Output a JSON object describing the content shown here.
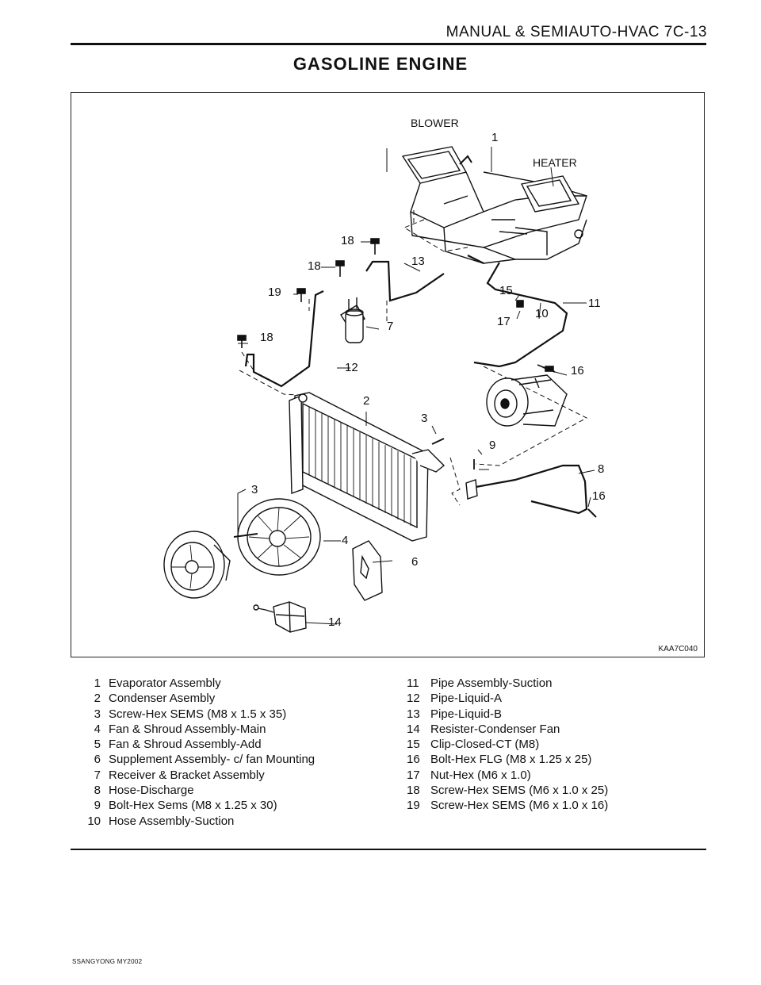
{
  "header": {
    "running_title": "MANUAL & SEMIAUTO-HVAC  7C-13"
  },
  "page_title": "GASOLINE  ENGINE",
  "figure": {
    "code": "KAA7C040",
    "labels": {
      "blower": "BLOWER",
      "heater": "HEATER"
    },
    "callouts": [
      "1",
      "2",
      "3",
      "3",
      "4",
      "6",
      "7",
      "8",
      "9",
      "10",
      "11",
      "12",
      "13",
      "14",
      "15",
      "16",
      "16",
      "17",
      "18",
      "18",
      "18",
      "19"
    ]
  },
  "legend_left": [
    {
      "n": "1",
      "text": "Evaporator Assembly"
    },
    {
      "n": "2",
      "text": "Condenser Asembly"
    },
    {
      "n": "3",
      "text": "Screw-Hex SEMS (M8 x 1.5 x 35)"
    },
    {
      "n": "4",
      "text": "Fan & Shroud Assembly-Main"
    },
    {
      "n": "5",
      "text": "Fan & Shroud Assembly-Add"
    },
    {
      "n": "6",
      "text": "Supplement Assembly- c/ fan Mounting"
    },
    {
      "n": "7",
      "text": "Receiver & Bracket Assembly"
    },
    {
      "n": "8",
      "text": "Hose-Discharge"
    },
    {
      "n": "9",
      "text": "Bolt-Hex Sems (M8 x 1.25 x 30)"
    },
    {
      "n": "10",
      "text": "Hose Assembly-Suction"
    }
  ],
  "legend_right": [
    {
      "n": "11",
      "text": "Pipe Assembly-Suction"
    },
    {
      "n": "12",
      "text": "Pipe-Liquid-A"
    },
    {
      "n": "13",
      "text": "Pipe-Liquid-B"
    },
    {
      "n": "14",
      "text": "Resister-Condenser Fan"
    },
    {
      "n": "15",
      "text": "Clip-Closed-CT (M8)"
    },
    {
      "n": "16",
      "text": "Bolt-Hex FLG (M8 x 1.25 x 25)"
    },
    {
      "n": "17",
      "text": "Nut-Hex (M6 x 1.0)"
    },
    {
      "n": "18",
      "text": "Screw-Hex SEMS (M6 x 1.0 x 25)"
    },
    {
      "n": "19",
      "text": "Screw-Hex SEMS (M6 x 1.0 x 16)"
    }
  ],
  "footer": {
    "text": "SSANGYONG MY2002"
  }
}
